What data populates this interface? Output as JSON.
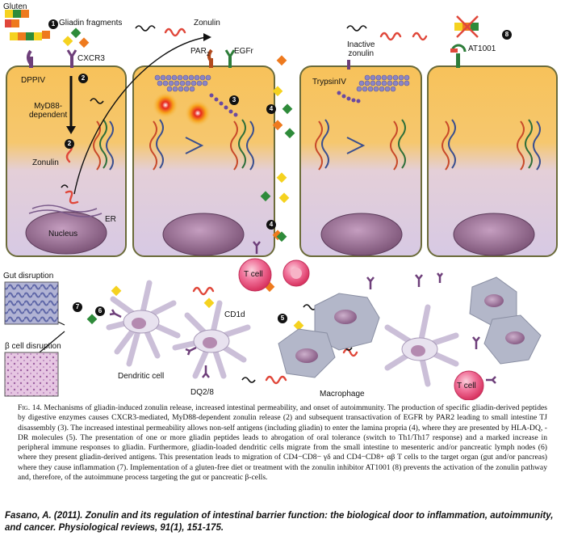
{
  "labels": {
    "gluten": "Gluten",
    "gliadin_fragments": "Gliadin fragments",
    "zonulin_top": "Zonulin",
    "par2": "PAR",
    "par2_sub": "2",
    "egfr": "EGFr",
    "inactive_zonulin": "Inactive\nzonulin",
    "at1001": "AT1001",
    "dppiv": "DPPIV",
    "cxcr3": "CXCR3",
    "myd88": "MyD88-\ndependent",
    "zonulin_mid": "Zonulin",
    "trypsin": "TrypsinIV",
    "er": "ER",
    "nucleus": "Nucleus",
    "t_cell_top": "T cell",
    "t_cell_bottom": "T cell",
    "cd1d": "CD1d",
    "dq": "DQ2/8",
    "dendritic_cell": "Dendritic cell",
    "macrophage": "Macrophage",
    "gut_disruption": "Gut disruption",
    "beta_cell_disruption": "β cell disruption"
  },
  "steps": {
    "s1": "1",
    "s2a": "2",
    "s2b": "2",
    "s3": "3",
    "s4a": "4",
    "s4b": "4",
    "s5": "5",
    "s6": "6",
    "s7": "7",
    "s8": "8"
  },
  "colors": {
    "cell_top": "#f7c25a",
    "cell_bottom": "#d9cce6",
    "cell_border": "#6b6b3a",
    "nucleus": "#9a6f95",
    "zonulin": "#e0473a",
    "gliadin_yellow": "#f5d21f",
    "gliadin_green": "#2e8b3a",
    "gliadin_orange": "#ee7a1e",
    "receptor_purple": "#6e3f7a",
    "tight_junction_blue": "#3a4f8f",
    "tcell": "#e84d7a",
    "macrophage": "#b3b7c9",
    "dendritic": "#e8e2ef"
  },
  "caption": {
    "fig_number": "Fig. 14.",
    "text": "Mechanisms of gliadin-induced zonulin release, increased intestinal permeability, and onset of autoimmunity. The production of specific gliadin-derived peptides by digestive enzymes causes CXCR3-mediated, MyD88-dependent zonulin release (2) and subsequent transactivation of EGFR by PAR2 leading to small intestine TJ disassembly (3). The increased intestinal permeability allows non-self antigens (including gliadin) to enter the lamina propria (4), where they are presented by HLA-DQ, -DR molecules (5). The presentation of one or more gliadin peptides leads to abrogation of oral tolerance (switch to Th1/Th17 response) and a marked increase in peripheral immune responses to gliadin. Furthermore, gliadin-loaded dendritic cells migrate from the small intestine to mesenteric and/or pancreatic lymph nodes (6) where they present gliadin-derived antigens. This presentation leads to migration of CD4−CD8− γδ and CD4−CD8+ αβ T cells to the target organ (gut and/or pancreas) where they cause inflammation (7). Implementation of a gluten-free diet or treatment with the zonulin inhibitor AT1001 (8) prevents the activation of the zonulin pathway and, therefore, of the autoimmune process targeting the gut or pancreatic β-cells."
  },
  "citation": "Fasano, A. (2011). Zonulin and its regulation of intestinal barrier function: the biological door to inflammation, autoimmunity, and cancer. Physiological reviews, 91(1), 151-175."
}
